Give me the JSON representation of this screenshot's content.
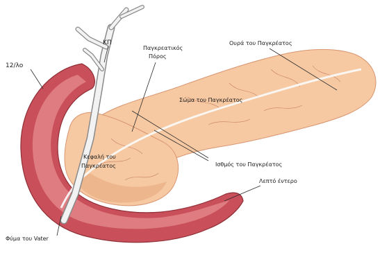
{
  "colors": {
    "background": "#ffffff",
    "pancreas_fill": "#f6c9a3",
    "pancreas_shadow": "#e7a57a",
    "duodenum_outer": "#c9505a",
    "duodenum_inner": "#e58b8f",
    "duct": "#f2f2f2",
    "duct_outline": "#8a8a8a",
    "vessel": "#b86a55"
  },
  "labels": {
    "duodenum": "12/λο",
    "bile_duct": "ΚΠ",
    "pancreatic_duct_line1": "Παγκρεατικός",
    "pancreatic_duct_line2": "Πόρος",
    "tail": "Ουρά του Παγκρέατος",
    "body": "Σώμα του Παγκρέατος",
    "head_line1": "Κεφαλή του",
    "head_line2": "Παγκρέατος",
    "isthmus": "Ισθμός του Παγκρέατος",
    "small_intestine": "Λεπτό έντερο",
    "vater": "Φύμα του Vater"
  }
}
